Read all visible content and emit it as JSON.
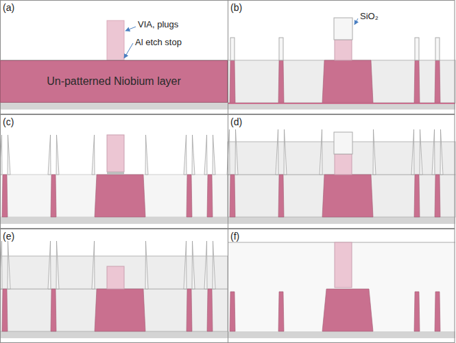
{
  "diagram": {
    "nodes": [
      {
        "text": [
          "Un-patterned Niobium layer"
        ]
      }
    ],
    "labels": [
      "(a)",
      "VIA, plugs",
      "Al etch stop",
      "(b)",
      "SiO₂",
      "(c)",
      "(d)",
      "(e)",
      "(f)"
    ]
  }
}
